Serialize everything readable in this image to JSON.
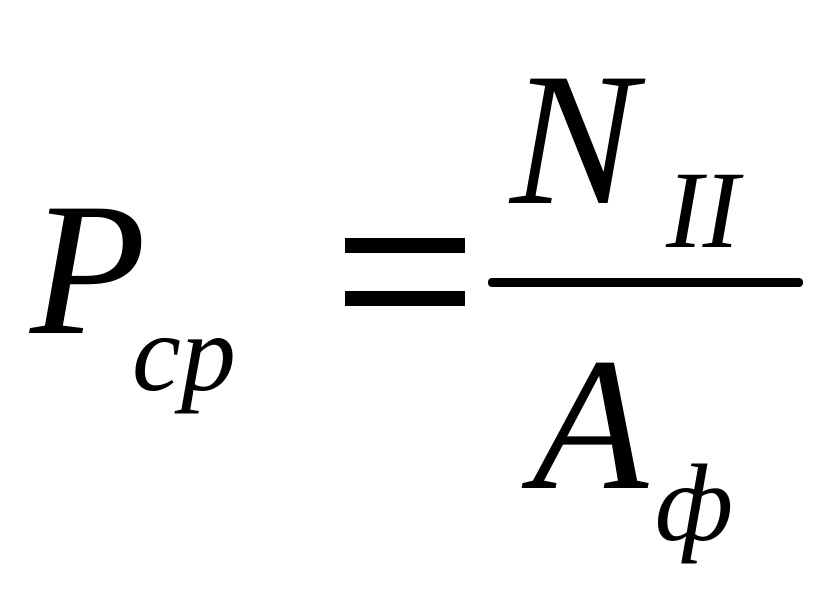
{
  "formula": {
    "lhs": {
      "symbol": "P",
      "subscript": "ср"
    },
    "operator": "=",
    "numerator": {
      "symbol": "N",
      "subscript": "II"
    },
    "denominator": {
      "symbol": "A",
      "subscript": "ф"
    }
  },
  "colors": {
    "text": "#000000",
    "background": "#ffffff"
  }
}
